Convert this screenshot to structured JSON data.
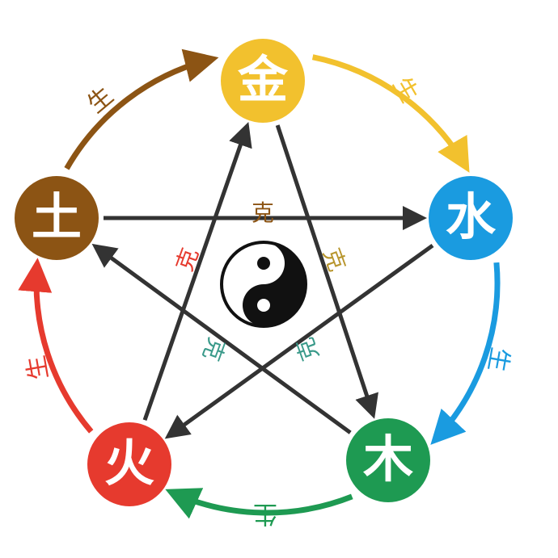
{
  "elements": {
    "metal": {
      "label": "金",
      "color": "#f2c12e",
      "text_color": "#ffffff"
    },
    "water": {
      "label": "水",
      "color": "#1a9be0",
      "text_color": "#ffffff"
    },
    "wood": {
      "label": "木",
      "color": "#1e9a52",
      "text_color": "#ffffff"
    },
    "fire": {
      "label": "火",
      "color": "#e63a2e",
      "text_color": "#ffffff"
    },
    "earth": {
      "label": "土",
      "color": "#8c5414",
      "text_color": "#ffffff"
    }
  },
  "generating_cycle": {
    "label": "生",
    "arcs": [
      {
        "from": "metal",
        "to": "water",
        "color": "#f2c12e"
      },
      {
        "from": "water",
        "to": "wood",
        "color": "#1a9be0"
      },
      {
        "from": "wood",
        "to": "fire",
        "color": "#1e9a52"
      },
      {
        "from": "fire",
        "to": "earth",
        "color": "#e63a2e"
      },
      {
        "from": "earth",
        "to": "metal",
        "color": "#8c5414"
      }
    ]
  },
  "overcoming_cycle": {
    "label": "克",
    "line_color": "#333333",
    "arrows": [
      {
        "from": "metal",
        "to": "wood",
        "label_color": "#3a9a8a"
      },
      {
        "from": "wood",
        "to": "earth",
        "label_color": "#b8962e"
      },
      {
        "from": "earth",
        "to": "water",
        "label_color": "#8c5414"
      },
      {
        "from": "water",
        "to": "fire",
        "label_color": "#3a9a8a"
      },
      {
        "from": "fire",
        "to": "metal",
        "label_color": "#e63a2e"
      }
    ]
  },
  "center": {
    "symbol": "yin-yang"
  }
}
